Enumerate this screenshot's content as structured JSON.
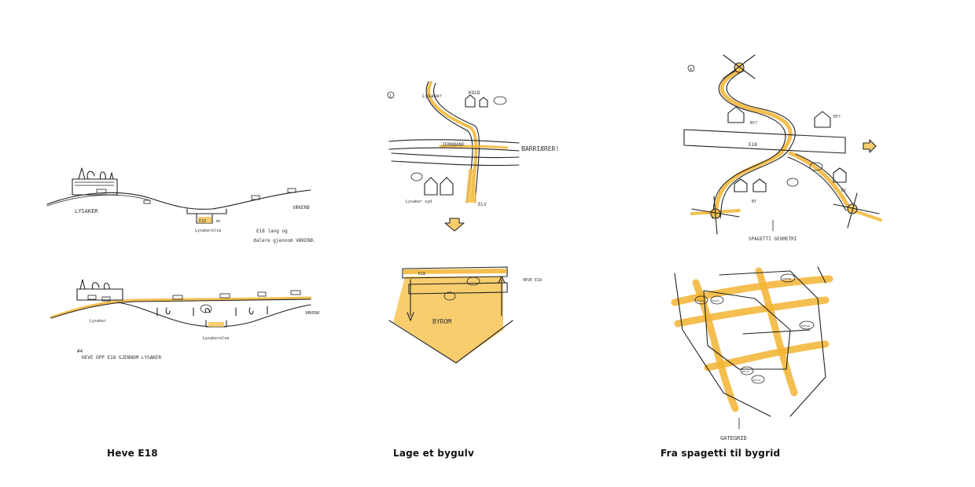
{
  "panels": [
    {
      "caption": "Heve E18",
      "top_labels": {
        "left": "LYSAKER",
        "right": "VÆKERØ",
        "bottom": "Lysakerelva",
        "note_line1": "E18 lang og",
        "note_line2": "dalere gjennom VÆKERØ."
      },
      "bottom_labels": {
        "left": "Lysaker",
        "right": "VÆKERØ",
        "bottom": "Lysakerelva",
        "note_line1": "#4",
        "note_line2": "HEVE OPP E18 GJENNOM LYSAKER"
      }
    },
    {
      "caption": "Lage et bygulv",
      "number": "1",
      "labels": {
        "top_left": "Lysaker",
        "top_right": "KOLD",
        "road": "JERNBANE",
        "barrier": "BARRIÆRER!",
        "bottom_left": "Lysaker syd",
        "river": "ELV",
        "lower_label": "BYROM",
        "raise": "HEVE E18",
        "small_road": "E18"
      }
    },
    {
      "caption": "Fra spagetti til bygrid",
      "number": "4",
      "labels": {
        "road": "E18",
        "city1": "BY?",
        "city2": "BY?",
        "city3": "BY",
        "city4": "BY",
        "note": "SPAGETTI GEOMETRI",
        "grid": "GATEGRID",
        "tag1": "BOLIG",
        "tag2": "BOLIG",
        "tag3": "KONTOR",
        "tag4": "BOLIG",
        "tag5": "BOLIG",
        "tag6": "KONTOR"
      }
    }
  ]
}
